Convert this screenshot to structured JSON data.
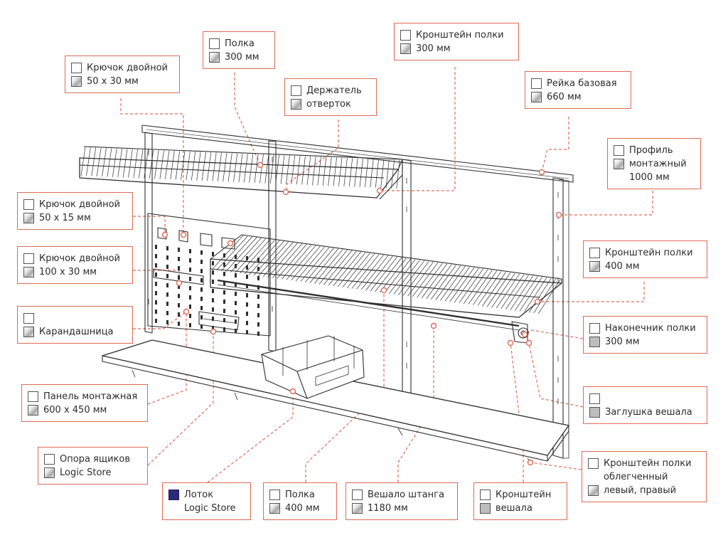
{
  "colors": {
    "accent_line": "#e06a55",
    "drawing_line": "#2f2f2f",
    "finish_white": "#ffffff",
    "finish_metal": "#b8b8b8",
    "finish_gray": "#bdbdbd",
    "finish_navy": "#2c2a7a"
  },
  "callouts": [
    {
      "id": "hook-50x30",
      "lines": [
        "Крючок двойной",
        "50 x 30 мм"
      ],
      "swatches": [
        "white",
        "grad"
      ]
    },
    {
      "id": "shelf-300",
      "lines": [
        "Полка",
        "300 мм"
      ],
      "swatches": [
        "white",
        "grad"
      ]
    },
    {
      "id": "screwdriver-holder",
      "lines": [
        "Держатель",
        "отверток"
      ],
      "swatches": [
        "white",
        "grad"
      ]
    },
    {
      "id": "shelf-bracket-300",
      "lines": [
        "Кронштейн полки",
        "300 мм"
      ],
      "swatches": [
        "white",
        "grad"
      ]
    },
    {
      "id": "base-rail",
      "lines": [
        "Рейка базовая",
        "660 мм"
      ],
      "swatches": [
        "white",
        "grad"
      ]
    },
    {
      "id": "mount-profile",
      "lines": [
        "Профиль",
        "монтажный",
        "1000 мм"
      ],
      "swatches": [
        "white",
        "grad"
      ]
    },
    {
      "id": "hook-50x15",
      "lines": [
        "Крючок двойной",
        "50 x 15 мм"
      ],
      "swatches": [
        "white",
        "grad"
      ]
    },
    {
      "id": "hook-100x30",
      "lines": [
        "Крючок двойной",
        "100 x 30 мм"
      ],
      "swatches": [
        "white",
        "grad"
      ]
    },
    {
      "id": "pencil-holder",
      "lines": [
        "",
        "Карандашница"
      ],
      "swatches": [
        "white",
        "grad"
      ]
    },
    {
      "id": "shelf-bracket-400",
      "lines": [
        "Кронштейн полки",
        "400 мм"
      ],
      "swatches": [
        "white",
        "grad"
      ]
    },
    {
      "id": "shelf-tip-300",
      "lines": [
        "Наконечник полки",
        "300 мм"
      ],
      "swatches": [
        "white",
        "gray"
      ]
    },
    {
      "id": "hanger-plug",
      "lines": [
        "",
        "Заглушка вешала"
      ],
      "swatches": [
        "white",
        "gray"
      ]
    },
    {
      "id": "mount-panel",
      "lines": [
        "Панель монтажная",
        "600 х 450 мм"
      ],
      "swatches": [
        "white",
        "grad"
      ]
    },
    {
      "id": "box-support",
      "lines": [
        "Опора ящиков",
        "Logic Store"
      ],
      "swatches": [
        "white",
        "grad"
      ]
    },
    {
      "id": "bracket-light",
      "lines": [
        "Кронштейн полки",
        "облегченный",
        "левый, правый"
      ],
      "swatches": [
        "white",
        "blank",
        "grad"
      ]
    },
    {
      "id": "tray",
      "lines": [
        "Лоток",
        "Logic Store"
      ],
      "swatches": [
        "navy",
        "blank"
      ]
    },
    {
      "id": "shelf-400",
      "lines": [
        "Полка",
        "400 мм"
      ],
      "swatches": [
        "white",
        "grad"
      ]
    },
    {
      "id": "hanger-bar",
      "lines": [
        "Вешало штанга",
        "1180 мм"
      ],
      "swatches": [
        "white",
        "grad"
      ]
    },
    {
      "id": "hanger-bracket",
      "lines": [
        "Кронштейн",
        "вешала"
      ],
      "swatches": [
        "white",
        "gray"
      ]
    }
  ]
}
